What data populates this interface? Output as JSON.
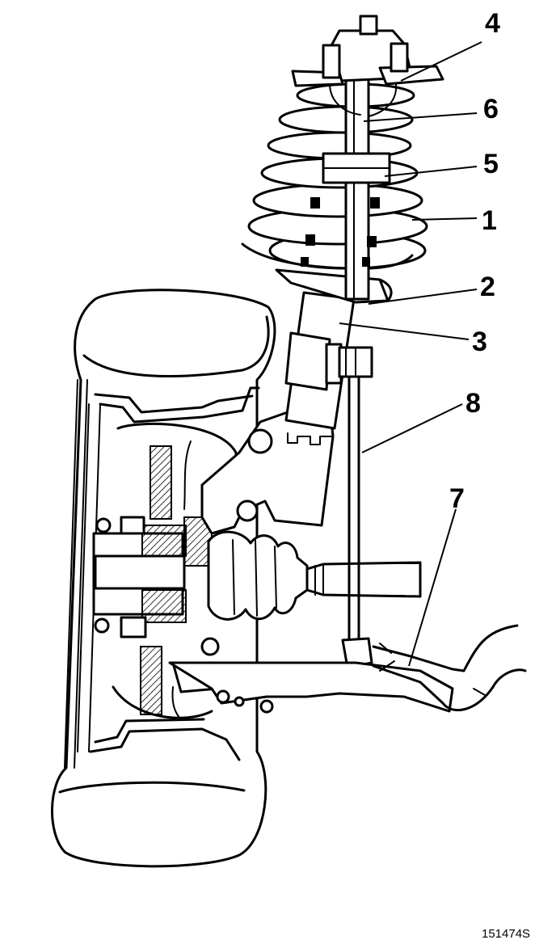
{
  "callouts": {
    "c1": "1",
    "c2": "2",
    "c3": "3",
    "c4": "4",
    "c5": "5",
    "c6": "6",
    "c7": "7",
    "c8": "8"
  },
  "figure_ref": "151474S"
}
